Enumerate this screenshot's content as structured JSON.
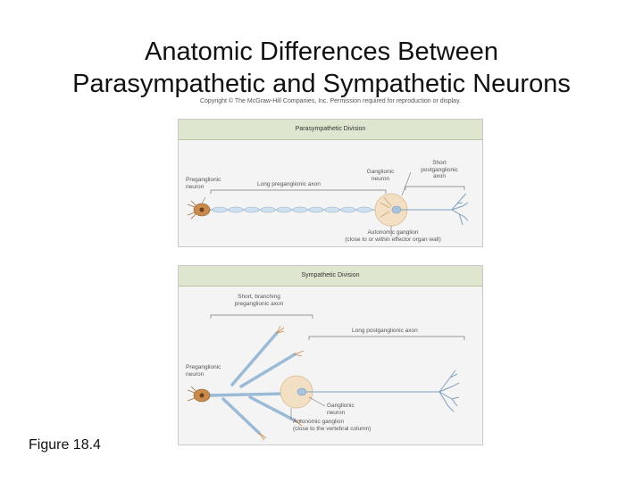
{
  "slide": {
    "title_line1": "Anatomic Differences Between",
    "title_line2": "Parasympathetic and Sympathetic Neurons",
    "copyright": "Copyright © The McGraw-Hill Companies, Inc. Permission required for reproduction or display.",
    "figure_caption": "Figure 18.4"
  },
  "parasympathetic": {
    "header": "Parasympathetic Division",
    "preganglionic_neuron": [
      "Preganglionic",
      "neuron"
    ],
    "long_preganglionic_axon": "Long preganglionic axon",
    "ganglionic_neuron": [
      "Ganglionic",
      "neuron"
    ],
    "short_postganglionic_axon": [
      "Short",
      "postganglionic",
      "axon"
    ],
    "autonomic_ganglion": [
      "Autonomic ganglion",
      "(close to or within effector organ wall)"
    ]
  },
  "sympathetic": {
    "header": "Sympathetic Division",
    "short_branching_axon": [
      "Short, branching",
      "preganglionic axon"
    ],
    "preganglionic_neuron": [
      "Preganglionic",
      "neuron"
    ],
    "long_postganglionic_axon": "Long postganglionic axon",
    "ganglionic_neuron": [
      "Ganglionic",
      "neuron"
    ],
    "autonomic_ganglion": [
      "Autonomic ganglion",
      "(close to the vertebral column)"
    ]
  },
  "colors": {
    "panel_header": "#dfe6cf",
    "cell_body": "#c98a4e",
    "ganglion": "#f3e0c4",
    "ganglion_neuron": "#a9c3dd",
    "axon_sheath": "#cfe0ee",
    "axon_line": "#7f9fbf"
  }
}
